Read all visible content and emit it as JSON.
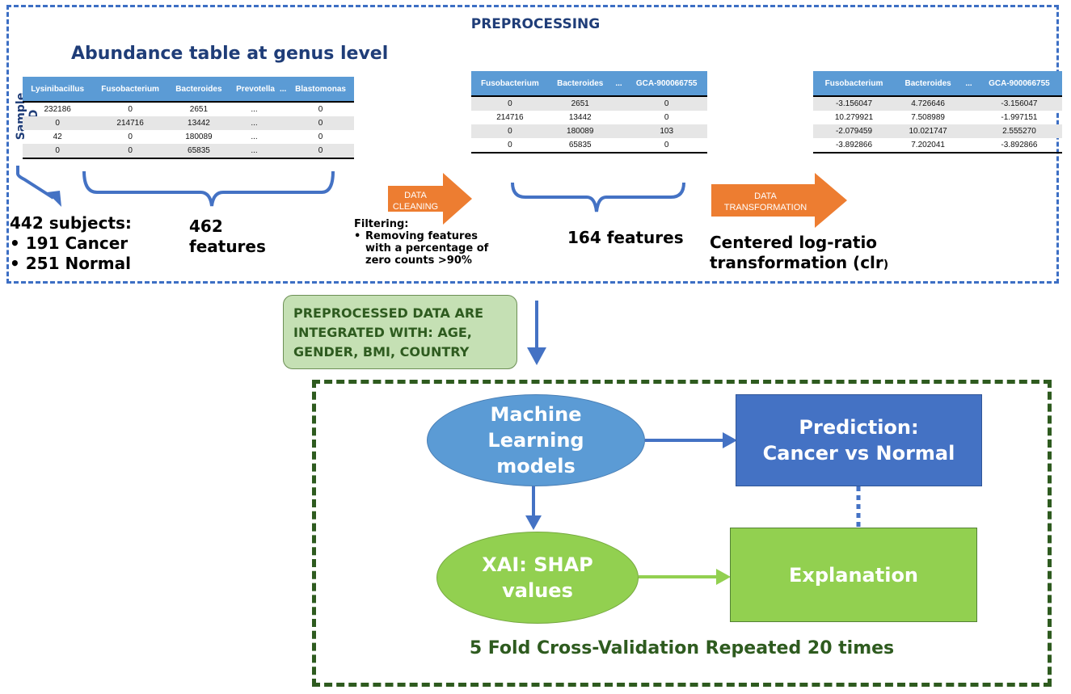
{
  "preprocessing_title": "PREPROCESSING",
  "abundance_title": "Abundance table at genus level",
  "sample_id_label": "Sample ID",
  "table1": {
    "headers": [
      "Lysinibacillus",
      "Fusobacterium",
      "Bacteroides",
      "Prevotella",
      "...",
      "Blastomonas"
    ],
    "rows": [
      [
        "232186",
        "0",
        "2651",
        "...",
        "0"
      ],
      [
        "0",
        "214716",
        "13442",
        "...",
        "0"
      ],
      [
        "42",
        "0",
        "180089",
        "...",
        "0"
      ],
      [
        "0",
        "0",
        "65835",
        "...",
        "0"
      ]
    ]
  },
  "table2": {
    "headers": [
      "Fusobacterium",
      "Bacteroides",
      "...",
      "GCA-900066755"
    ],
    "rows": [
      [
        "0",
        "2651",
        "",
        "0"
      ],
      [
        "214716",
        "13442",
        "",
        "0"
      ],
      [
        "0",
        "180089",
        "",
        "103"
      ],
      [
        "0",
        "65835",
        "",
        "0"
      ]
    ]
  },
  "table3": {
    "headers": [
      "Fusobacterium",
      "Bacteroides",
      "...",
      "GCA-900066755"
    ],
    "rows": [
      [
        "-3.156047",
        "4.726646",
        "",
        "-3.156047"
      ],
      [
        "10.279921",
        "7.508989",
        "",
        "-1.997151"
      ],
      [
        "-2.079459",
        "10.021747",
        "",
        "2.555270"
      ],
      [
        "-3.892866",
        "7.202041",
        "",
        "-3.892866"
      ]
    ]
  },
  "subjects": {
    "line1": "442 subjects:",
    "line2": "• 191 Cancer",
    "line3": "• 251 Normal"
  },
  "features_462": {
    "line1": "462",
    "line2": "features"
  },
  "data_cleaning_label": "DATA CLEANING",
  "filtering": {
    "title": "Filtering:",
    "bullet": "•",
    "line1": "Removing features",
    "line2": "with a percentage of",
    "line3": "zero counts >90%"
  },
  "features_164": "164 features",
  "data_transformation_label": "DATA TRANSFORMATION",
  "clr": {
    "line1": "Centered log-ratio",
    "line2": "transformation (clr",
    "line2_suffix": ")"
  },
  "integration_note": {
    "line1": "PREPROCESSED DATA ARE",
    "line2": "INTEGRATED WITH: AGE,",
    "line3": "GENDER, BMI, COUNTRY"
  },
  "ml_models": {
    "line1": "Machine",
    "line2": "Learning",
    "line3": "models"
  },
  "prediction": {
    "line1": "Prediction:",
    "line2": "Cancer vs Normal"
  },
  "xai": {
    "line1": "XAI: SHAP",
    "line2": "values"
  },
  "explanation": "Explanation",
  "cross_validation": "5 Fold Cross-Validation Repeated 20 times",
  "colors": {
    "blue_line": "#4472c4",
    "orange_arrow": "#ed7d31",
    "ml_ellipse": "#5b9bd5",
    "prediction_box": "#4472c4",
    "green_shape": "#92d050",
    "dark_green": "#2e5b1f"
  }
}
